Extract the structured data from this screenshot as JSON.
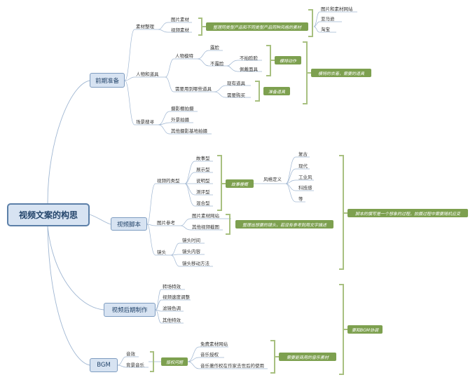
{
  "root": "视频文案的构思",
  "branches": {
    "prep": {
      "label": "前期准备",
      "material": {
        "label": "素材整理",
        "pic": "图片素材",
        "vid": "视频素材"
      },
      "material_note": "整理同类型产品和不同类型产品同种风格的素材",
      "sites": [
        "图片和素材网站",
        "亚马逊",
        "淘宝"
      ],
      "people": {
        "label": "人物和道具",
        "model": "人物模特",
        "show_face": "露脸",
        "no_face": "不露脸",
        "no_photo": "不拍脸脸",
        "wear_prop": "佩戴面具",
        "model_note": "模特动作",
        "props_label": "需要用到哪些道具",
        "existing": "现有道具",
        "buy": "需要购买",
        "props_note": "准备道具"
      },
      "people_note": "模特的衣着，需要的道具",
      "scene": {
        "label": "场景搜寻",
        "studio": "摄影棚拍摄",
        "outdoor": "外景拍摄",
        "other": "其他摄影基地拍摄"
      }
    },
    "script": {
      "label": "视频脚本",
      "types": {
        "label": "视频的类型",
        "items": [
          "故事型",
          "展示型",
          "说明型",
          "测评型",
          "混合型"
        ]
      },
      "types_note": "故事梗概",
      "style": {
        "label": "风格定义",
        "items": [
          "复古",
          "现代",
          "工业风",
          "科技感",
          "等"
        ]
      },
      "ref": {
        "label": "图片参考",
        "items": [
          "图片素材网站",
          "其他视频截图"
        ]
      },
      "ref_note": "整理出想要的镜头，若没有参考则用文字描述",
      "shot": {
        "label": "镜头",
        "items": [
          "镜头时间",
          "镜头内容",
          "镜头移动方法"
        ]
      },
      "script_note": "脚本的撰写是一个想象的过程，拍摄过程中需要随机应变"
    },
    "post": {
      "label": "视频后期制作",
      "items": [
        "转场特效",
        "视频速度调整",
        "滤镜色调",
        "其他特效"
      ],
      "post_note": "要和BGM协调"
    },
    "bgm": {
      "label": "BGM",
      "sfx": "音效",
      "bg": "背景音乐",
      "copyright": "版权问题",
      "items": [
        "免费素材网站",
        "音乐授权",
        "音乐著作权在作家去世后的使用"
      ],
      "bgm_note": "需要能商用的音乐素材"
    }
  }
}
